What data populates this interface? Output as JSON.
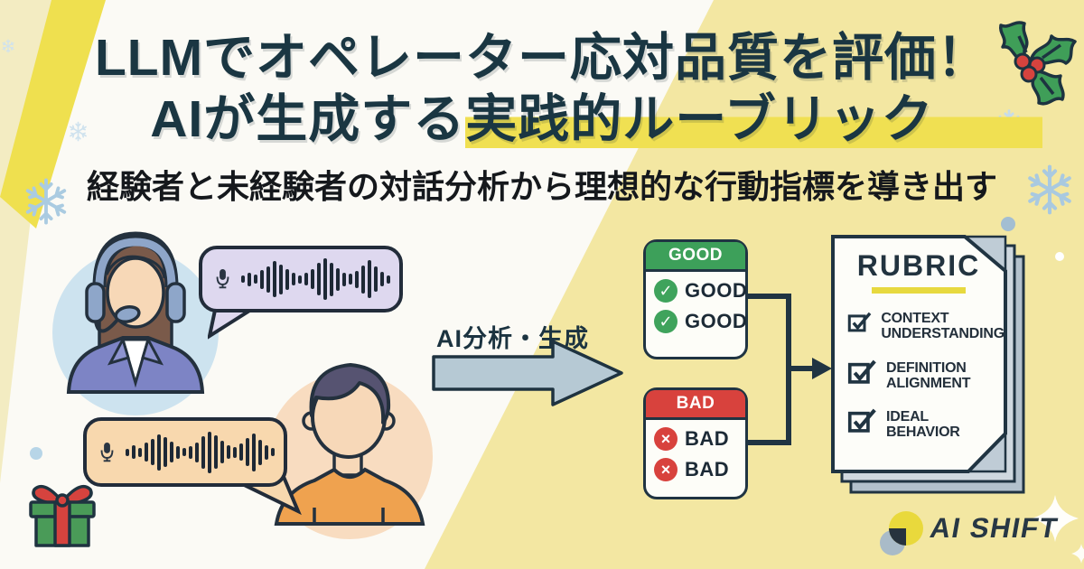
{
  "title": {
    "line1": "LLMでオペレーター応対品質を評価！",
    "line2_prefix": "AIが生成する",
    "line2_highlight": "実践的ルーブリック"
  },
  "subtitle": "経験者と未経験者の対話分析から理想的な行動指標を導き出す",
  "flow": {
    "arrow_label": "AI分析・生成"
  },
  "good_card": {
    "header": "GOOD",
    "rows": [
      "GOOD",
      "GOOD"
    ]
  },
  "bad_card": {
    "header": "BAD",
    "rows": [
      "BAD",
      "BAD"
    ]
  },
  "rubric": {
    "title": "RUBRIC",
    "items": [
      {
        "line1": "CONTEXT",
        "line2": "UNDERSTANDING"
      },
      {
        "line1": "DEFINITION",
        "line2": "ALIGNMENT"
      },
      {
        "line1": "IDEAL",
        "line2": "BEHAVIOR"
      }
    ]
  },
  "logo": {
    "text": "AI SHIFT"
  },
  "icons": {
    "check_glyph": "✓",
    "cross_glyph": "×",
    "names": [
      "microphone-icon",
      "waveform-icon",
      "headset-icon",
      "check-circle-icon",
      "cross-circle-icon",
      "checkbox-checked-icon",
      "arrow-right-icon",
      "holly-icon",
      "snowflake-icon",
      "gift-icon",
      "sparkle-icon",
      "document-stack-icon",
      "logo-mark-icon"
    ],
    "waveform_pattern": [
      0.18,
      0.32,
      0.22,
      0.45,
      0.62,
      0.88,
      0.72,
      0.5,
      0.3,
      0.2,
      0.3,
      0.48,
      0.78,
      1.0,
      0.8,
      0.55,
      0.33,
      0.25,
      0.42,
      0.68,
      0.92,
      0.6,
      0.34,
      0.2
    ]
  },
  "colors": {
    "background_yellow": "#f3e7a2",
    "accent_yellow": "#efe04f",
    "highlight_yellow": "#f0e052",
    "title_navy": "#1a3642",
    "good_green": "#3da05a",
    "bad_red": "#d8423d",
    "arrow_gray": "#b6c9d4",
    "bubble_lavender": "#ded8ef",
    "bubble_peach": "#f8d8ae",
    "rubric_underline": "#e7d93f",
    "snowflake_blue": "#aacbe1",
    "logo_yellow": "#e9d93c"
  }
}
